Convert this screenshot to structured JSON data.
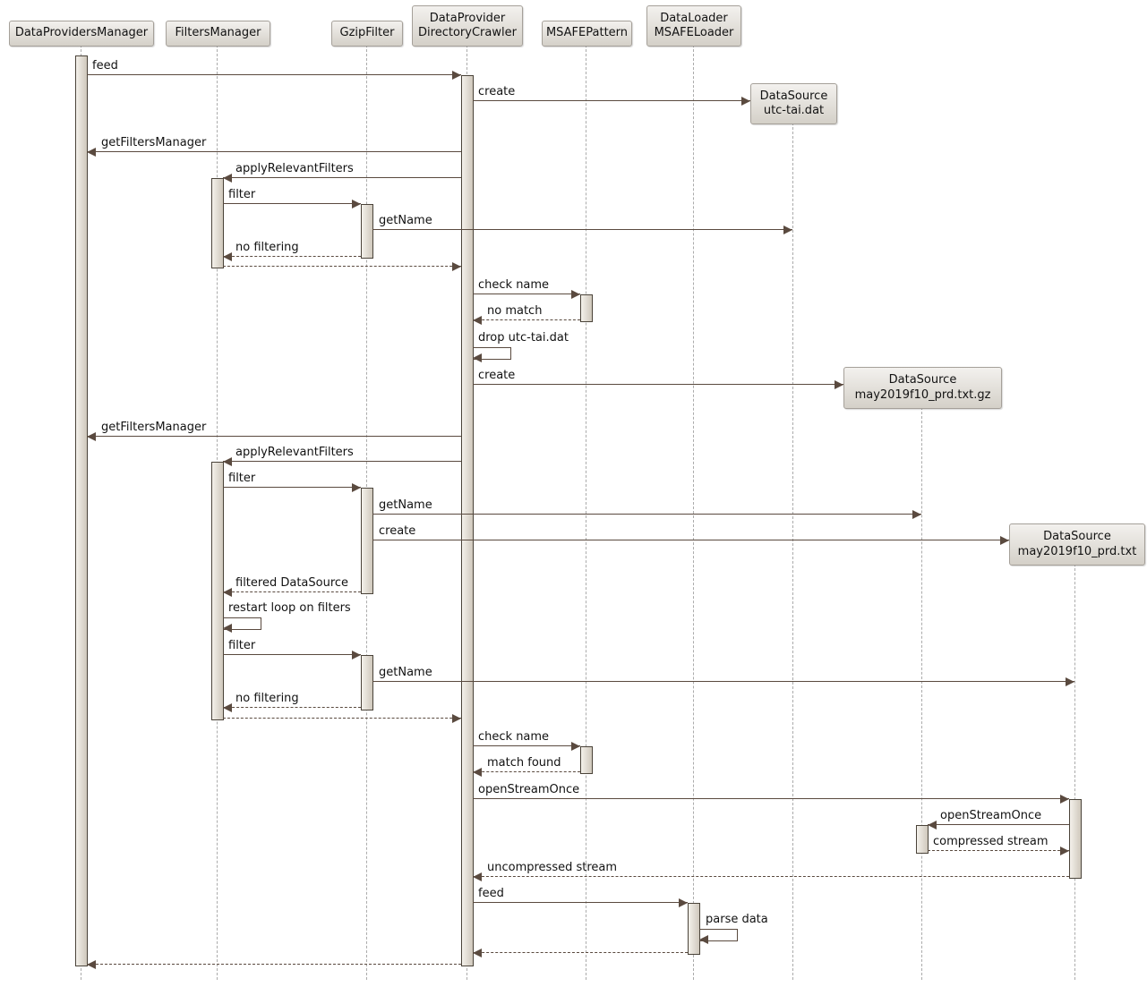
{
  "diagram_title": "",
  "participants": [
    {
      "label": "DataProvidersManager"
    },
    {
      "label": "FiltersManager"
    },
    {
      "label": "GzipFilter"
    },
    {
      "label": "DataProvider\nDirectoryCrawler"
    },
    {
      "label": "MSAFEPattern"
    },
    {
      "label": "DataLoader\nMSAFELoader"
    }
  ],
  "created_participants": [
    {
      "label": "DataSource\nutc-tai.dat"
    },
    {
      "label": "DataSource\nmay2019f10_prd.txt.gz"
    },
    {
      "label": "DataSource\nmay2019f10_prd.txt"
    }
  ],
  "messages": [
    {
      "label": "feed",
      "from": "DataProvidersManager",
      "to": "DataProviderDirectoryCrawler",
      "style": "solid"
    },
    {
      "label": "create",
      "from": "DataProviderDirectoryCrawler",
      "to": "DataSource utc-tai.dat",
      "style": "solid"
    },
    {
      "label": "getFiltersManager",
      "from": "DataProviderDirectoryCrawler",
      "to": "DataProvidersManager",
      "style": "solid"
    },
    {
      "label": "applyRelevantFilters",
      "from": "DataProviderDirectoryCrawler",
      "to": "FiltersManager",
      "style": "solid"
    },
    {
      "label": "filter",
      "from": "FiltersManager",
      "to": "GzipFilter",
      "style": "solid"
    },
    {
      "label": "getName",
      "from": "GzipFilter",
      "to": "DataSource utc-tai.dat",
      "style": "solid"
    },
    {
      "label": "no filtering",
      "from": "GzipFilter",
      "to": "FiltersManager",
      "style": "dashed"
    },
    {
      "label": "",
      "from": "FiltersManager",
      "to": "DataProviderDirectoryCrawler",
      "style": "dashed"
    },
    {
      "label": "check name",
      "from": "DataProviderDirectoryCrawler",
      "to": "MSAFEPattern",
      "style": "solid"
    },
    {
      "label": "no match",
      "from": "MSAFEPattern",
      "to": "DataProviderDirectoryCrawler",
      "style": "dashed"
    },
    {
      "label": "drop utc-tai.dat",
      "from": "DataProviderDirectoryCrawler",
      "to": "DataProviderDirectoryCrawler",
      "style": "self"
    },
    {
      "label": "create",
      "from": "DataProviderDirectoryCrawler",
      "to": "DataSource may2019f10_prd.txt.gz",
      "style": "solid"
    },
    {
      "label": "getFiltersManager",
      "from": "DataProviderDirectoryCrawler",
      "to": "DataProvidersManager",
      "style": "solid"
    },
    {
      "label": "applyRelevantFilters",
      "from": "DataProviderDirectoryCrawler",
      "to": "FiltersManager",
      "style": "solid"
    },
    {
      "label": "filter",
      "from": "FiltersManager",
      "to": "GzipFilter",
      "style": "solid"
    },
    {
      "label": "getName",
      "from": "GzipFilter",
      "to": "DataSource may2019f10_prd.txt.gz",
      "style": "solid"
    },
    {
      "label": "create",
      "from": "GzipFilter",
      "to": "DataSource may2019f10_prd.txt",
      "style": "solid"
    },
    {
      "label": "filtered DataSource",
      "from": "GzipFilter",
      "to": "FiltersManager",
      "style": "dashed"
    },
    {
      "label": "restart loop on filters",
      "from": "FiltersManager",
      "to": "FiltersManager",
      "style": "self"
    },
    {
      "label": "filter",
      "from": "FiltersManager",
      "to": "GzipFilter",
      "style": "solid"
    },
    {
      "label": "getName",
      "from": "GzipFilter",
      "to": "DataSource may2019f10_prd.txt",
      "style": "solid"
    },
    {
      "label": "no filtering",
      "from": "GzipFilter",
      "to": "FiltersManager",
      "style": "dashed"
    },
    {
      "label": "",
      "from": "FiltersManager",
      "to": "DataProviderDirectoryCrawler",
      "style": "dashed"
    },
    {
      "label": "check name",
      "from": "DataProviderDirectoryCrawler",
      "to": "MSAFEPattern",
      "style": "solid"
    },
    {
      "label": "match found",
      "from": "MSAFEPattern",
      "to": "DataProviderDirectoryCrawler",
      "style": "dashed"
    },
    {
      "label": "openStreamOnce",
      "from": "DataProviderDirectoryCrawler",
      "to": "DataSource may2019f10_prd.txt",
      "style": "solid"
    },
    {
      "label": "openStreamOnce",
      "from": "DataSource may2019f10_prd.txt",
      "to": "DataSource may2019f10_prd.txt.gz",
      "style": "solid"
    },
    {
      "label": "compressed stream",
      "from": "DataSource may2019f10_prd.txt.gz",
      "to": "DataSource may2019f10_prd.txt",
      "style": "dashed"
    },
    {
      "label": "uncompressed stream",
      "from": "DataSource may2019f10_prd.txt",
      "to": "DataProviderDirectoryCrawler",
      "style": "dashed"
    },
    {
      "label": "feed",
      "from": "DataProviderDirectoryCrawler",
      "to": "DataLoaderMSAFELoader",
      "style": "solid"
    },
    {
      "label": "parse data",
      "from": "DataLoaderMSAFELoader",
      "to": "DataLoaderMSAFELoader",
      "style": "self"
    },
    {
      "label": "",
      "from": "DataLoaderMSAFELoader",
      "to": "DataProviderDirectoryCrawler",
      "style": "dashed"
    },
    {
      "label": "",
      "from": "DataProviderDirectoryCrawler",
      "to": "DataProvidersManager",
      "style": "dashed"
    }
  ],
  "colors": {
    "arrow": "#5a4a3f",
    "lifeline": "#ababab",
    "box_border": "#a5a099",
    "box_fill_top": "#f3f1ee",
    "box_fill_bottom": "#d4d0c8",
    "activation_fill": "#e2ddd2"
  }
}
